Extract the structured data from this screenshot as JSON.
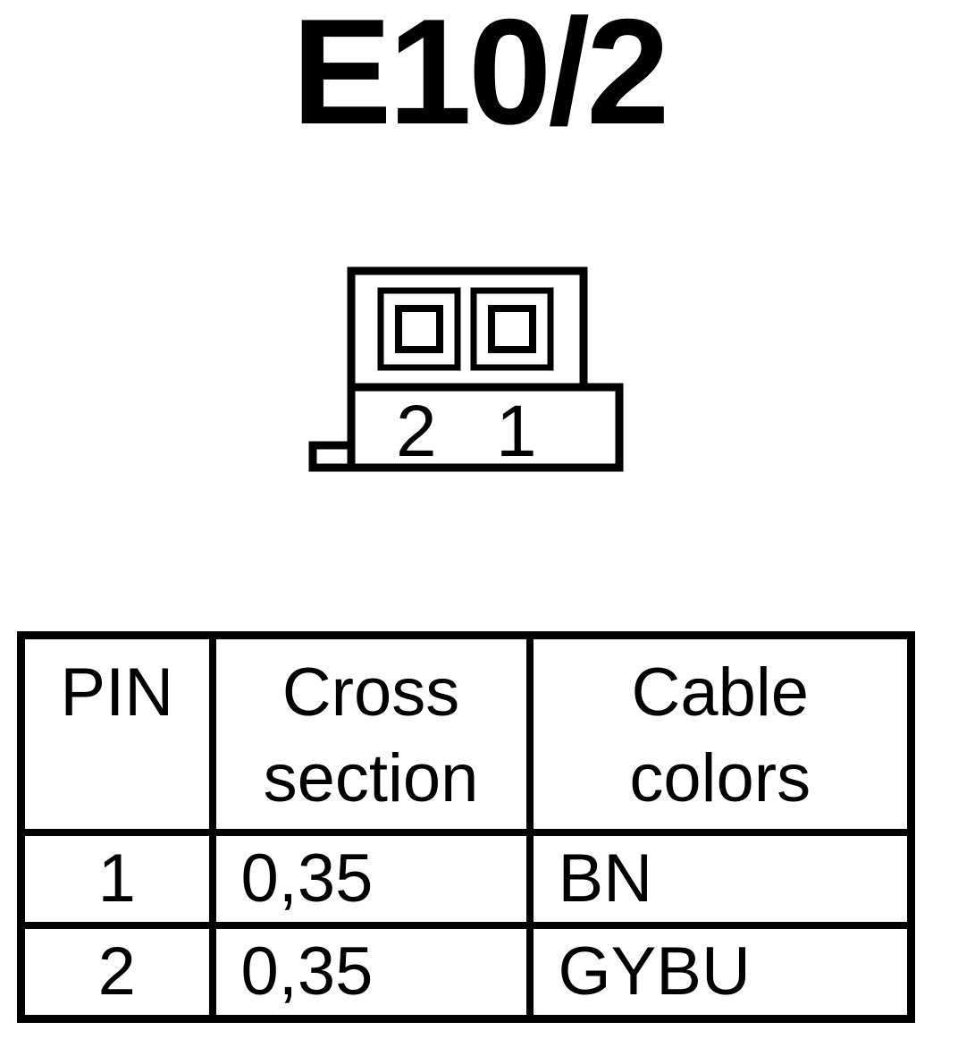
{
  "title": "E10/2",
  "connector": {
    "pin_labels": [
      "2",
      "1"
    ]
  },
  "table": {
    "headers": [
      {
        "line1": "PIN",
        "line2": ""
      },
      {
        "line1": "Cross",
        "line2": "section"
      },
      {
        "line1": "Cable",
        "line2": "colors"
      }
    ],
    "rows": [
      {
        "pin": "1",
        "cross_section": "0,35",
        "color": "BN"
      },
      {
        "pin": "2",
        "cross_section": "0,35",
        "color": "GYBU"
      }
    ]
  }
}
